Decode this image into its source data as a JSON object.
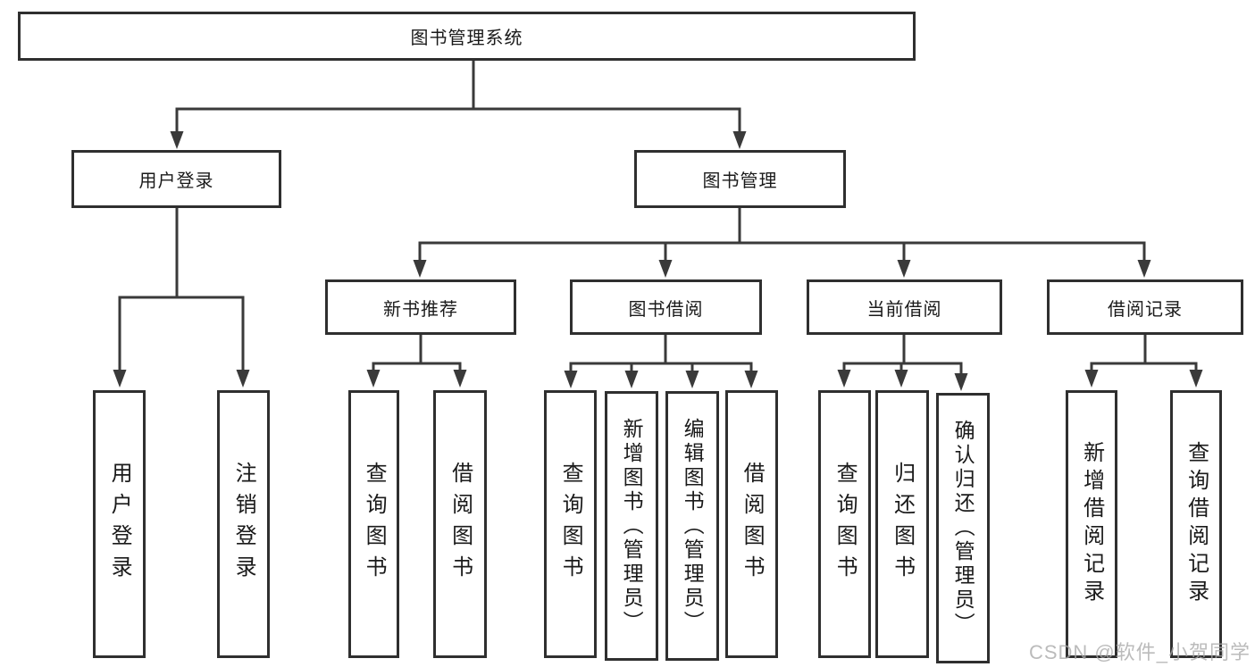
{
  "tree": {
    "label": "图书管理系统",
    "children": [
      {
        "label": "用户登录",
        "children": [
          {
            "label": "用户登录"
          },
          {
            "label": "注销登录"
          }
        ]
      },
      {
        "label": "图书管理",
        "children": [
          {
            "label": "新书推荐",
            "children": [
              {
                "label": "查询图书"
              },
              {
                "label": "借阅图书"
              }
            ]
          },
          {
            "label": "图书借阅",
            "children": [
              {
                "label": "查询图书"
              },
              {
                "label": "新增图书（管理员）"
              },
              {
                "label": "编辑图书（管理员）"
              },
              {
                "label": "借阅图书"
              }
            ]
          },
          {
            "label": "当前借阅",
            "children": [
              {
                "label": "查询图书"
              },
              {
                "label": "归还图书"
              },
              {
                "label": "确认归还（管理员）"
              }
            ]
          },
          {
            "label": "借阅记录",
            "children": [
              {
                "label": "新增借阅记录"
              },
              {
                "label": "查询借阅记录"
              }
            ]
          }
        ]
      }
    ]
  },
  "watermark": {
    "text": "CSDN @软件_小贺同学"
  },
  "colors": {
    "line": "#3a3a3a",
    "box_border": "#2f2f2f",
    "box_background": "#ffffff",
    "text": "#1a1a1a",
    "watermark": "#a8a8a8",
    "page_background": "#ffffff"
  }
}
